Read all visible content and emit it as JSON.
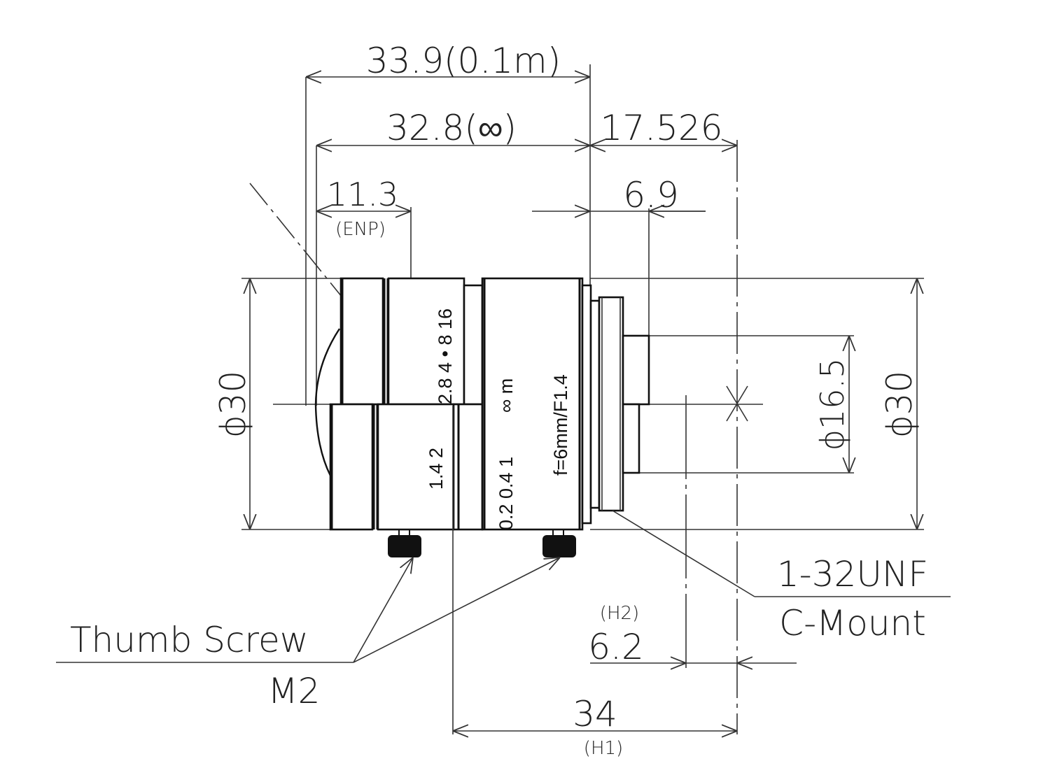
{
  "drawing": {
    "title": "C-Mount lens dimensional drawing",
    "units": "mm",
    "stroke_color": "#111111",
    "background": "#ffffff"
  },
  "dimensions": {
    "overall_close": "33.9(0.1m)",
    "overall_infinity": "32.8(∞)",
    "flange_back": "17.526",
    "enp_value": "11.3",
    "enp_label": "(ENP)",
    "rear_protrusion": "6.9",
    "front_diameter": "ϕ30",
    "rear_diameter": "ϕ30",
    "rear_barrel_diameter": "ϕ16.5",
    "h2_label": "(H2)",
    "h2_value": "6.2",
    "h1_value": "34",
    "h1_label": "(H1)"
  },
  "lens_engravings": {
    "aperture_top": "2.8  4 • 8 16",
    "aperture_bottom": "1.4   2",
    "focus_top": "∞ m",
    "focus_bottom": "0.2  0.4  1",
    "spec": "f=6mm/F1.4"
  },
  "callouts": {
    "thumb_screw_label": "Thumb Screw",
    "thumb_screw_size": "M2",
    "mount_thread": "1-32UNF",
    "mount_type": "C-Mount"
  }
}
